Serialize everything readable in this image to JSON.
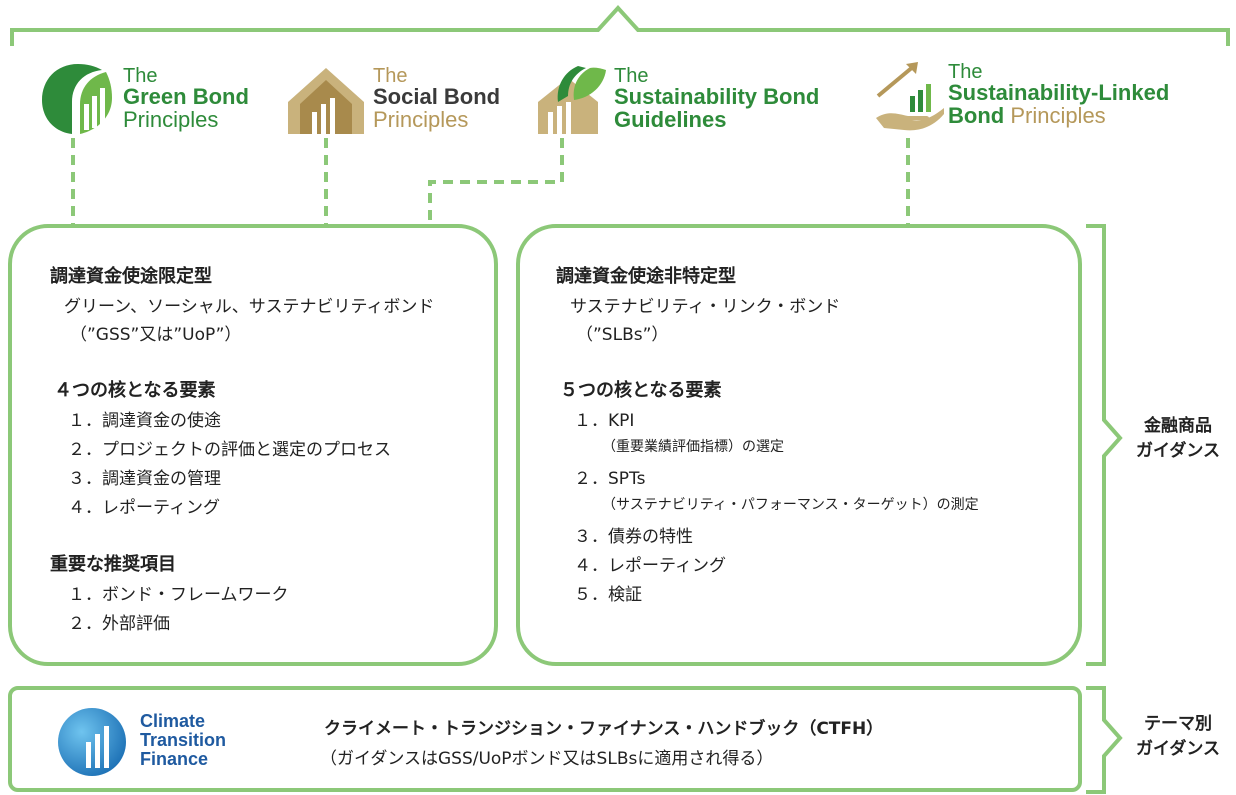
{
  "colors": {
    "green": "#8cc878",
    "dark_green": "#2e8b3a",
    "gold": "#b5985a",
    "blue": "#1f73b7"
  },
  "logos": [
    {
      "the": "The",
      "line1": "Green Bond",
      "line2": "Principles",
      "color": "#2e8b3a",
      "icon": "green-bond-icon"
    },
    {
      "the": "The",
      "line1": "Social Bond",
      "line2": "Principles",
      "color": "#3a3a3a",
      "icon": "social-bond-icon"
    },
    {
      "the": "The",
      "line1": "Sustainability Bond",
      "line2": "Guidelines",
      "color": "#2e8b3a",
      "icon": "sustainability-bond-icon"
    },
    {
      "the": "The",
      "line1": "Sustainability-Linked",
      "line2a": "Bond",
      "line2b": " Principles",
      "color": "#2e8b3a",
      "icon": "sustainability-linked-icon"
    }
  ],
  "left_panel": {
    "title": "調達資金使途限定型",
    "sub1": "グリーン、ソーシャル、サステナビリティボンド",
    "sub2": "（”GSS”又は”UoP”）",
    "core_heading": "４つの核となる要素",
    "core_items": [
      "１．調達資金の使途",
      "２．プロジェクトの評価と選定のプロセス",
      "３．調達資金の管理",
      "４．レポーティング"
    ],
    "rec_heading": "重要な推奨項目",
    "rec_items": [
      "１．ボンド・フレームワーク",
      "２．外部評価"
    ]
  },
  "right_panel": {
    "title": "調達資金使途非特定型",
    "sub1": "サステナビリティ・リンク・ボンド",
    "sub2": "（”SLBs”）",
    "core_heading": "５つの核となる要素",
    "item1": "１．KPI",
    "item1_note": "（重要業績評価指標）の選定",
    "item2": "２．SPTs",
    "item2_note": "（サステナビリティ・パフォーマンス・ターゲット）の測定",
    "item3": "３．債券の特性",
    "item4": "４．レポーティング",
    "item5": "５．検証"
  },
  "side_labels": {
    "financial_1": "金融商品",
    "financial_2": "ガイダンス",
    "theme_1": "テーマ別",
    "theme_2": "ガイダンス"
  },
  "ctf": {
    "logo_line1": "Climate",
    "logo_line2": "Transition",
    "logo_line3": "Finance",
    "title": "クライメート・トランジション・ファイナンス・ハンドブック（CTFH）",
    "note": "（ガイダンスはGSS/UoPボンド又はSLBsに適用され得る）"
  }
}
